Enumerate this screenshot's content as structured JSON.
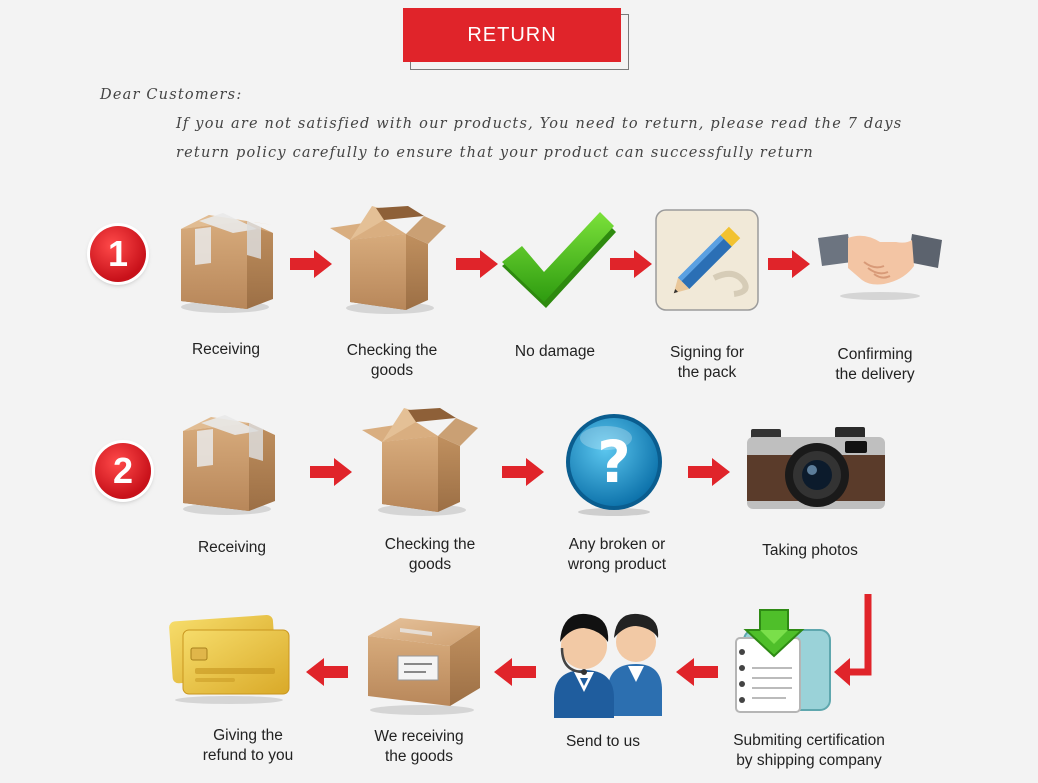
{
  "banner": {
    "title": "RETURN"
  },
  "intro": {
    "greeting": "Dear Customers:",
    "line1": "If you are not satisfied with our products, You need to return, please read the 7 days",
    "line2": "return policy carefully to ensure that your product can successfully return"
  },
  "row1": {
    "number": "1",
    "steps": [
      {
        "label": "Receiving",
        "icon": "taped-box-icon"
      },
      {
        "label": "Checking the\ngoods",
        "icon": "open-box-icon"
      },
      {
        "label": "No damage",
        "icon": "checkmark-icon"
      },
      {
        "label": "Signing for\nthe pack",
        "icon": "pencil-icon"
      },
      {
        "label": "Confirming\nthe delivery",
        "icon": "handshake-icon"
      }
    ]
  },
  "row2": {
    "number": "2",
    "steps": [
      {
        "label": "Receiving",
        "icon": "taped-box-icon"
      },
      {
        "label": "Checking the\ngoods",
        "icon": "open-box-icon"
      },
      {
        "label": "Any broken or\nwrong product",
        "icon": "question-icon"
      },
      {
        "label": "Taking photos",
        "icon": "camera-icon"
      }
    ]
  },
  "row3": {
    "steps": [
      {
        "label": "Giving the\nrefund to you",
        "icon": "credit-card-icon"
      },
      {
        "label": "We receiving\nthe goods",
        "icon": "shipping-box-icon"
      },
      {
        "label": "Send to us",
        "icon": "support-agents-icon"
      },
      {
        "label": "Submiting certification\nby shipping company",
        "icon": "download-document-icon"
      }
    ]
  },
  "colors": {
    "accent": "#e0242a",
    "box": "#c89a6a",
    "check": "#4cc21d"
  }
}
